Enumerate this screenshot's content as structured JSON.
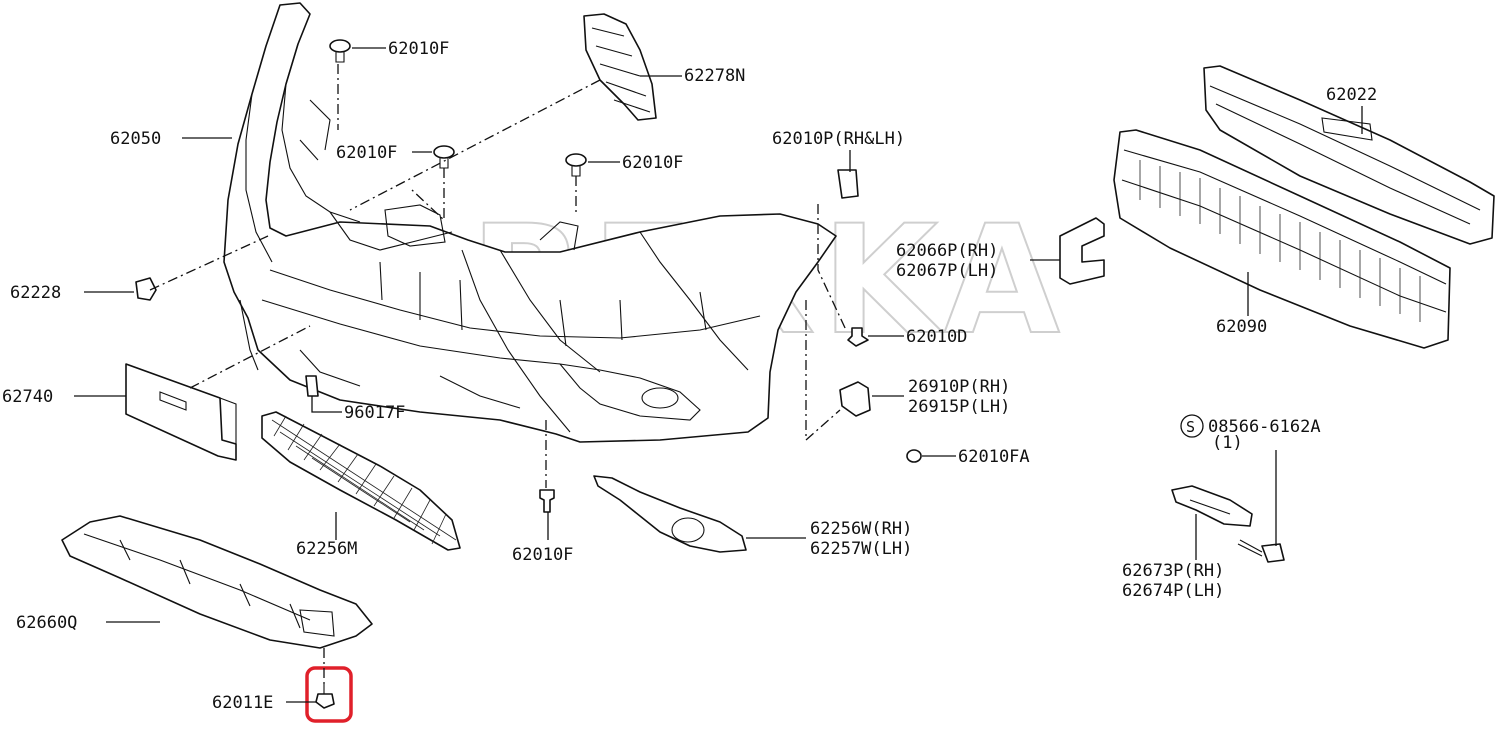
{
  "watermark": "REXKA",
  "highlight_color": "#e0202a",
  "labels": {
    "p62010F_a": "62010F",
    "p62278N": "62278N",
    "p62050": "62050",
    "p62010F_b": "62010F",
    "p62010F_c": "62010F",
    "p62010P": "62010P(RH&LH)",
    "p62022": "62022",
    "p62066P": "62066P(RH)",
    "p62067P": "62067P(LH)",
    "p62228": "62228",
    "p62090": "62090",
    "p62010D": "62010D",
    "p26910P": "26910P(RH)",
    "p26915P": "26915P(LH)",
    "p62740": "62740",
    "p96017F": "96017F",
    "p62010FA": "62010FA",
    "p08566": "08566-6162A",
    "p08566_qty": "(1)",
    "p08566_mark": "S",
    "p62256M": "62256M",
    "p62010F_d": "62010F",
    "p62256W": "62256W(RH)",
    "p62257W": "62257W(LH)",
    "p62673P": "62673P(RH)",
    "p62674P": "62674P(LH)",
    "p62660Q": "62660Q",
    "p62011E": "62011E"
  }
}
